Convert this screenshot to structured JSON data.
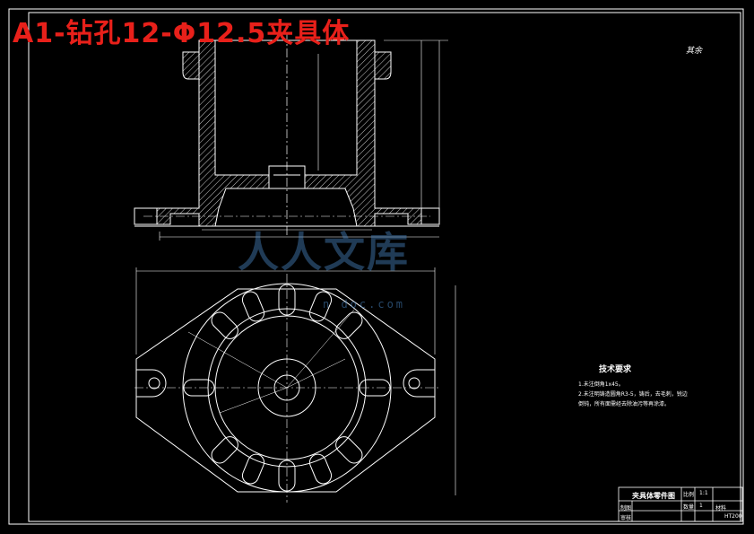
{
  "title": "A1-钻孔12-Φ12.5夹具体",
  "signature": "其余",
  "watermark": {
    "text": "人人文库",
    "url": "n doc.com"
  },
  "tech_requirements": {
    "title": "技术要求",
    "lines": [
      "1.未注倒角1x45。",
      "2.未注明铸造圆角R3-5，铸后，去毛刺，锐边",
      "倒钝，所有面需经去除油污等再涂漆。"
    ]
  },
  "title_block": {
    "name": "夹具体零件图",
    "cells": [
      "制图",
      "审核",
      "比例",
      "1:1",
      "数量",
      "1",
      "材料",
      "HT200"
    ]
  },
  "colors": {
    "title": "#e8201a",
    "lines": "#ffffff",
    "hatch": "#ffffff",
    "watermark": "#4682be"
  }
}
